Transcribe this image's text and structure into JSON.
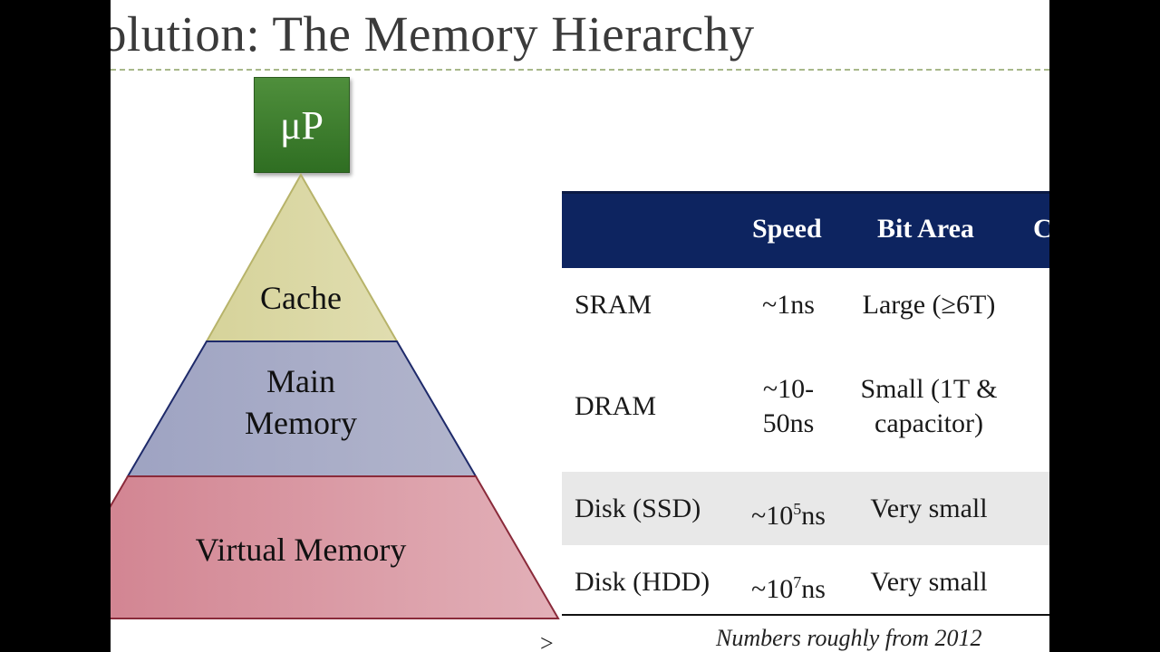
{
  "title": "olution: The Memory Hierarchy",
  "processor_label": "μP",
  "pyramid": {
    "levels": [
      {
        "label": "Cache",
        "color": "#d9d6a2"
      },
      {
        "label_line1": "Main",
        "label_line2": "Memory",
        "color": "#a4a8c4"
      },
      {
        "label": "Virtual Memory",
        "color": "#d98a96"
      }
    ]
  },
  "table": {
    "headers": [
      "",
      "Speed",
      "Bit Area",
      "C"
    ],
    "rows": [
      {
        "name": "SRAM",
        "speed": "~1ns",
        "area": "Large (≥6T)"
      },
      {
        "name": "DRAM",
        "speed_line1": "~10-",
        "speed_line2": "50ns",
        "area_line1": "Small (1T &",
        "area_line2": "capacitor)"
      },
      {
        "name": "Disk (SSD)",
        "speed_prefix": "~10",
        "speed_exp": "5",
        "speed_suffix": "ns",
        "area": "Very small"
      },
      {
        "name": "Disk (HDD)",
        "speed_prefix": "~10",
        "speed_exp": "7",
        "speed_suffix": "ns",
        "area": "Very small"
      }
    ],
    "header_color": "#0d2460",
    "shade_color": "#e8e8e8"
  },
  "footnote": "Numbers roughly from 2012",
  "corner_glyph": ">"
}
